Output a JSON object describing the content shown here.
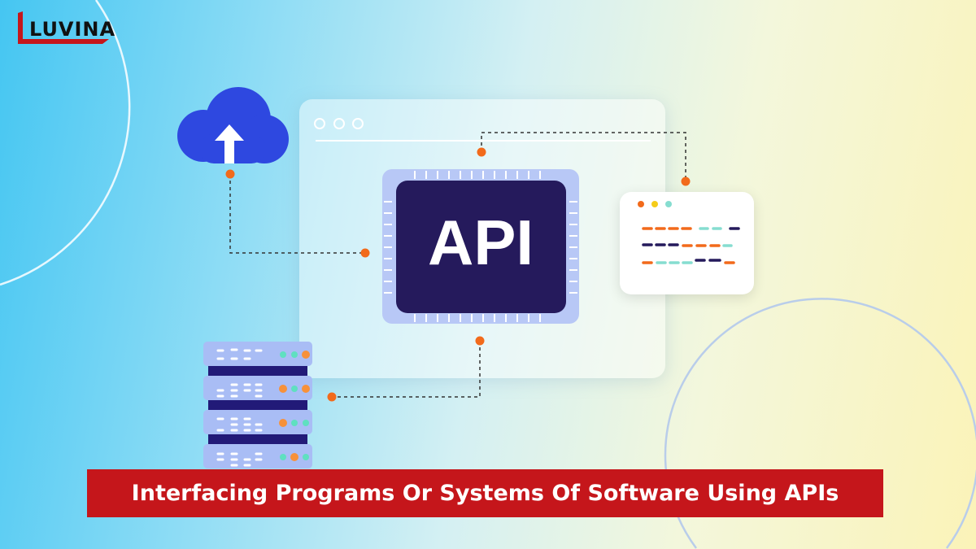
{
  "logo": {
    "text": "LUVINA",
    "brand_color": "#c5161b"
  },
  "illustration": {
    "chip_label": "API"
  },
  "banner": {
    "title": "Interfacing Programs Or Systems Of Software Using APIs",
    "color": "#c5161b"
  },
  "colors": {
    "cloud": "#2e48e0",
    "chip_dark": "#251a5c",
    "dot_orange": "#f26a1b",
    "code_teal": "#86ddd0"
  }
}
